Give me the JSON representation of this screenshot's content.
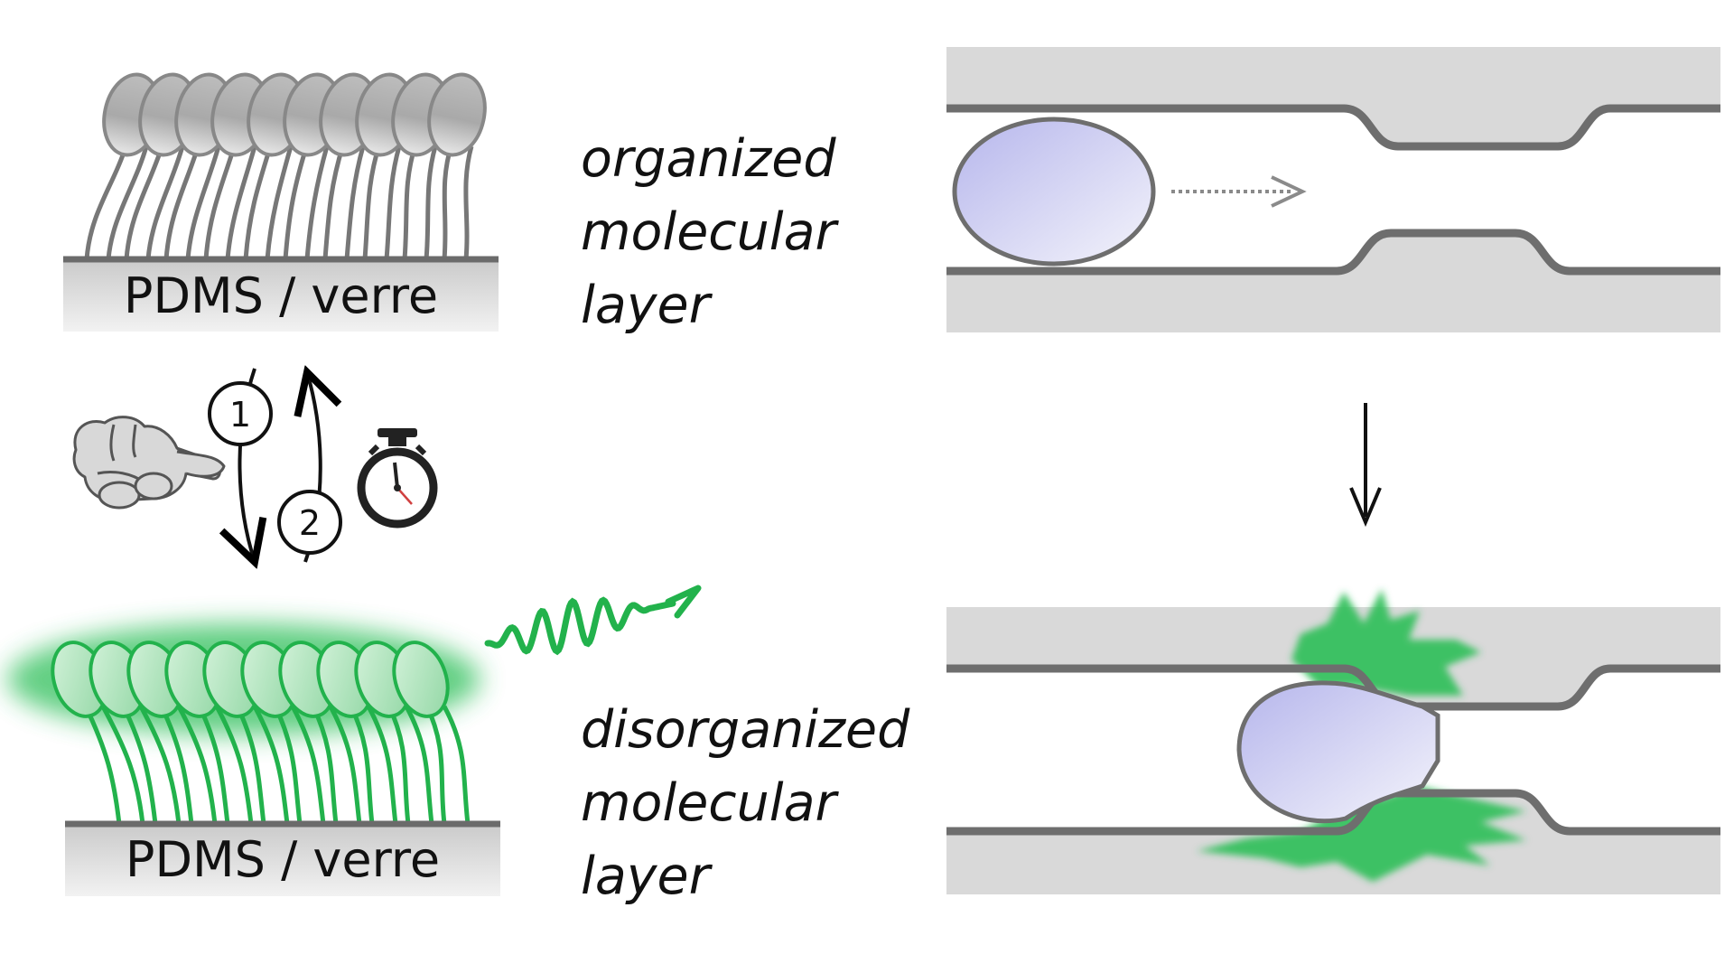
{
  "diagram": {
    "top_layer": {
      "substrate_label": "PDMS / verre",
      "caption_lines": [
        "organized",
        "molecular",
        "layer"
      ]
    },
    "bottom_layer": {
      "substrate_label": "PDMS / verre",
      "caption_lines": [
        "disorganized",
        "molecular",
        "layer"
      ]
    },
    "step_labels": [
      "1",
      "2"
    ],
    "icons": [
      "pointing-hand-icon",
      "stopwatch-icon",
      "wavy-arrow-icon",
      "down-arrow-icon"
    ],
    "colors": {
      "organized_head": "#b8b8b8",
      "substrate": "#d9d9d9",
      "outline": "#6e6e6e",
      "fluorescence_green": "#22b24c",
      "droplet": "#c4c4ee"
    }
  }
}
